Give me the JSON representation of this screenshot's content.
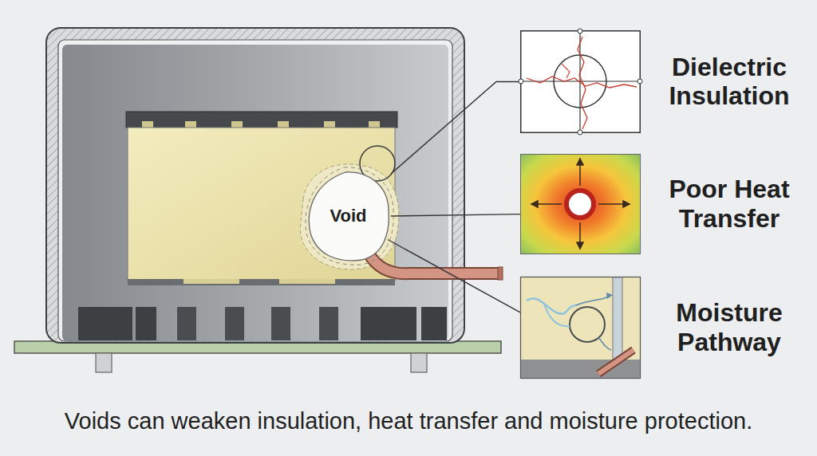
{
  "diagram": {
    "caption": "Voids can weaken insulation, heat transfer and moisture protection.",
    "nodes": [
      {
        "text": [
          "Void"
        ]
      },
      {
        "text": [
          "Dielectric Insulation"
        ]
      },
      {
        "text": [
          "Poor Heat Transfer"
        ]
      },
      {
        "text": [
          "Moisture Pathway"
        ]
      }
    ],
    "edges": [
      {
        "from": 0,
        "to": 1,
        "arrow": "none"
      },
      {
        "from": 0,
        "to": 2,
        "arrow": "none"
      },
      {
        "from": 0,
        "to": 3,
        "arrow": "none"
      }
    ]
  }
}
